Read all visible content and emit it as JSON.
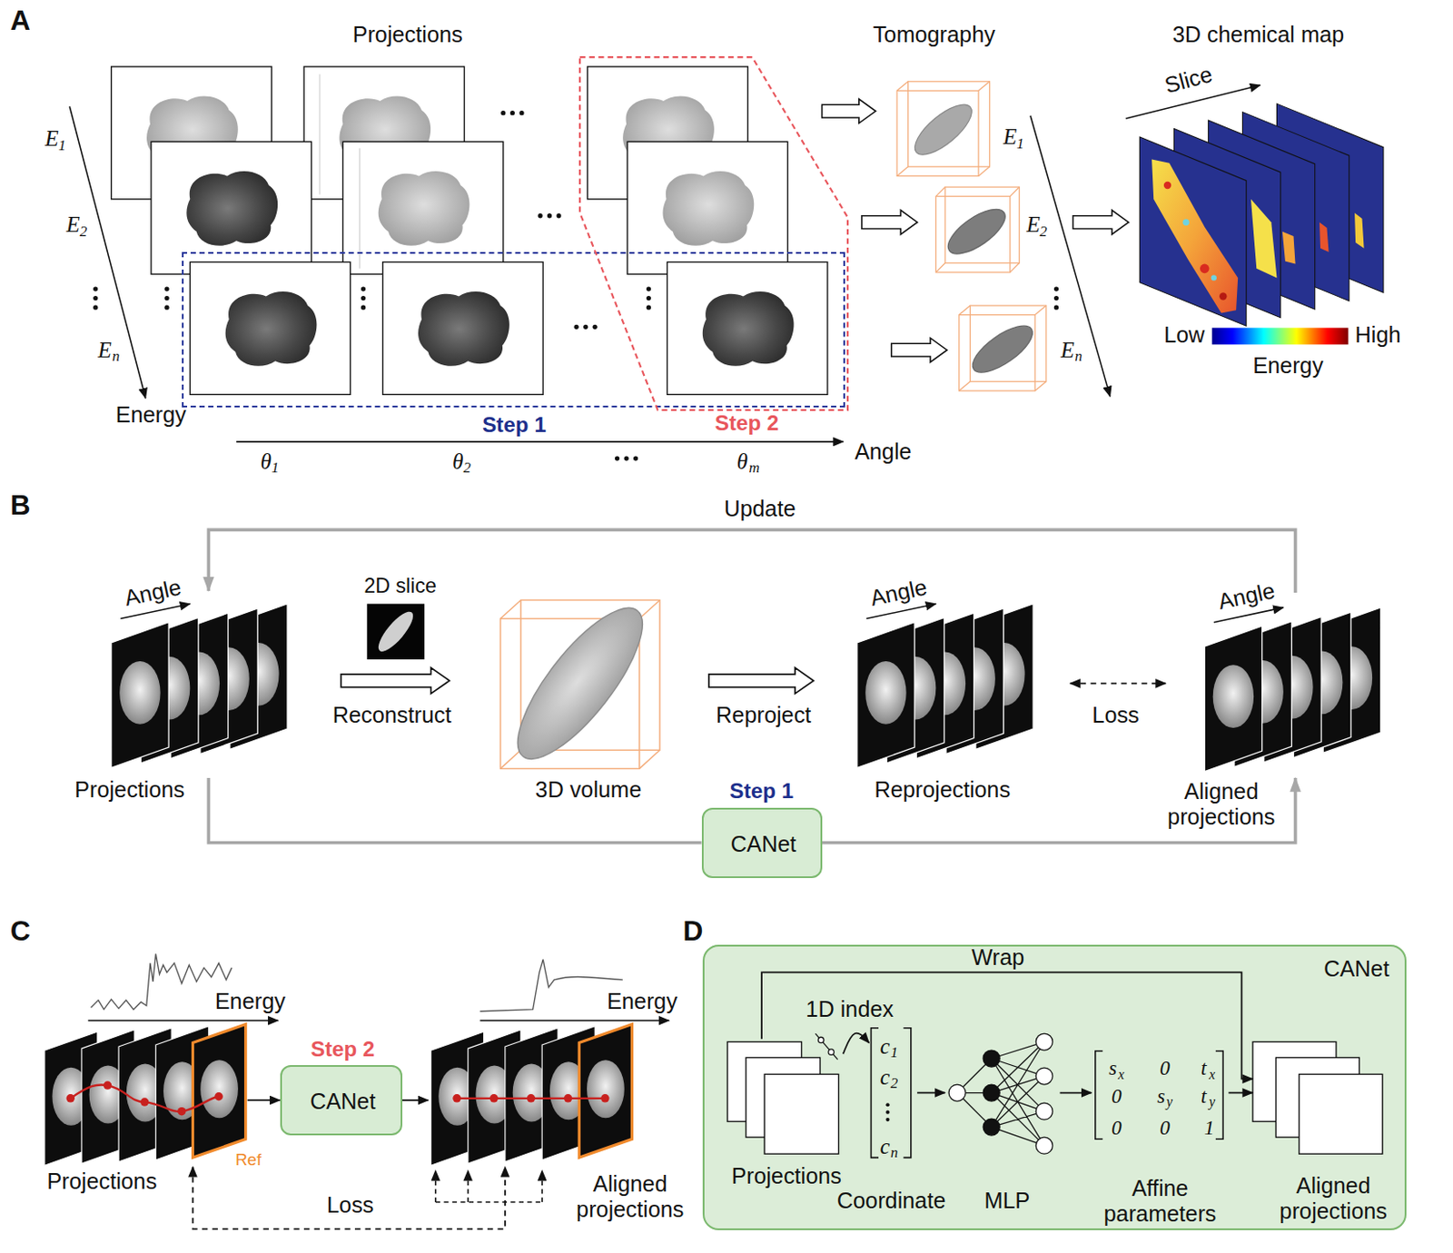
{
  "diagram": {
    "nodes": [
      {
        "text": [
          "Step 1"
        ]
      },
      {
        "text": [
          "Step 2"
        ]
      },
      {
        "text": [
          "Projections"
        ]
      },
      {
        "text": [
          "3D volume"
        ]
      },
      {
        "text": [
          "Reprojections"
        ]
      },
      {
        "text": [
          "Aligned projections"
        ]
      },
      {
        "text": [
          "Step 1",
          "CANet"
        ]
      },
      {
        "text": [
          "Projections"
        ]
      },
      {
        "text": [
          "Step 2",
          "CANet"
        ]
      },
      {
        "text": [
          "Aligned projections"
        ]
      },
      {
        "text": [
          "CANet"
        ]
      },
      {
        "text": [
          "Projections"
        ],
        "in": 10
      },
      {
        "text": [
          "Coordinate"
        ],
        "in": 10
      },
      {
        "text": [
          "MLP"
        ],
        "in": 10
      },
      {
        "text": [
          "Affine parameters"
        ],
        "in": 10
      },
      {
        "text": [
          "Aligned projections"
        ],
        "in": 10
      }
    ],
    "edges": [
      {
        "from": 2,
        "to": 3,
        "label": "Reconstruct",
        "arrow": "to"
      },
      {
        "from": 3,
        "to": 4,
        "label": "Reproject",
        "arrow": "to"
      },
      {
        "from": 4,
        "to": 5,
        "label": "Loss",
        "arrow": "both"
      },
      {
        "from": 5,
        "to": 2,
        "label": "Update",
        "arrow": "to"
      },
      {
        "from": 2,
        "to": 6,
        "arrow": "none"
      },
      {
        "from": 6,
        "to": 5,
        "arrow": "to"
      },
      {
        "from": 7,
        "to": 8,
        "arrow": "to"
      },
      {
        "from": 8,
        "to": 9,
        "arrow": "to"
      },
      {
        "from": 7,
        "to": 9,
        "label": "Loss",
        "arrow": "both"
      },
      {
        "from": 11,
        "to": 12,
        "label": "1D index",
        "arrow": "to"
      },
      {
        "from": 12,
        "to": 13,
        "arrow": "to"
      },
      {
        "from": 13,
        "to": 14,
        "arrow": "to"
      },
      {
        "from": 14,
        "to": 15,
        "arrow": "to"
      },
      {
        "from": 11,
        "to": 15,
        "label": "Wrap",
        "arrow": "to"
      }
    ],
    "labels": [
      "A",
      "Projections",
      "Tomography",
      "3D chemical map",
      "E",
      "1",
      "E",
      "2",
      "E",
      "n",
      "Energy",
      "θ",
      "1",
      "θ",
      "2",
      "θ",
      "m",
      "Angle",
      "E",
      "1",
      "E",
      "2",
      "E",
      "n",
      "Slice",
      "Low",
      "High",
      "Energy",
      "B",
      "Angle",
      "2D slice",
      "Angle",
      "Angle",
      "C",
      "Energy",
      "Energy",
      "Ref",
      "D",
      "c",
      "1",
      "c",
      "2",
      "c",
      "n",
      "s",
      "x",
      "0",
      "t",
      "x",
      "0",
      "s",
      "y",
      "t",
      "y",
      "0",
      "0",
      "1"
    ]
  }
}
